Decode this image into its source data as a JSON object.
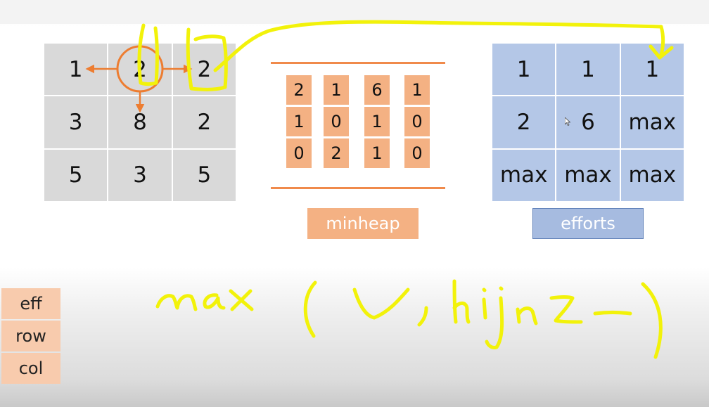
{
  "grid": {
    "rows": [
      [
        "1",
        "2",
        "2"
      ],
      [
        "3",
        "8",
        "2"
      ],
      [
        "5",
        "3",
        "5"
      ]
    ]
  },
  "minheap": {
    "label": "minheap",
    "columns": [
      [
        "2",
        "1",
        "0"
      ],
      [
        "1",
        "0",
        "2"
      ],
      [
        "6",
        "1",
        "1"
      ],
      [
        "1",
        "0",
        "0"
      ]
    ]
  },
  "efforts": {
    "label": "efforts",
    "rows": [
      [
        "1",
        "1",
        "1"
      ],
      [
        "2",
        "6",
        "max"
      ],
      [
        "max",
        "max",
        "max"
      ]
    ]
  },
  "legend": [
    "eff",
    "row",
    "col"
  ],
  "colors": {
    "grid_cell": "#d9d9d9",
    "heap_cell": "#f4b183",
    "efforts_cell": "#b4c7e7",
    "annotation_orange": "#ed7d31",
    "handwriting_yellow": "#f2f20a"
  }
}
